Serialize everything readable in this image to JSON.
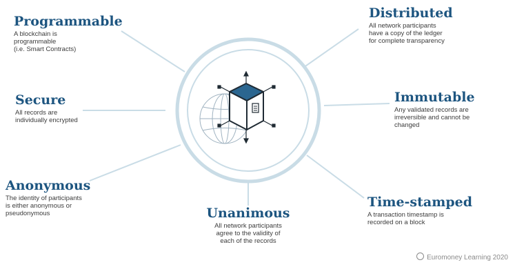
{
  "features": {
    "programmable": {
      "title": "Programmable",
      "description": "A blockchain is\nprogrammable\n(i.e. Smart Contracts)"
    },
    "distributed": {
      "title": "Distributed",
      "description": "All network participants\nhave a copy of the ledger\nfor complete transparency"
    },
    "secure": {
      "title": "Secure",
      "description": "All records are\nindividually encrypted"
    },
    "immutable": {
      "title": "Immutable",
      "description": "Any validated records are\nirreversible and cannot be\nchanged"
    },
    "anonymous": {
      "title": "Anonymous",
      "description": "The identity of participants\nis either anonymous or\npseudonymous"
    },
    "unanimous": {
      "title": "Unanimous",
      "description": "All network participants\nagree to the validity of\neach of the records"
    },
    "time_stamped": {
      "title": "Time-stamped",
      "description": "A transaction timestamp is\nrecorded on a block"
    }
  },
  "copyright": "Euromoney Learning 2020",
  "colors": {
    "title": "#1d5580",
    "ring": "#c9dce6",
    "connector": "#c9dce6",
    "cube_top": "#2b6690",
    "cube_outline": "#1f2a33"
  },
  "icons": {
    "center": "blockchain-cube-globe-icon",
    "copyright": "copyright-icon"
  }
}
